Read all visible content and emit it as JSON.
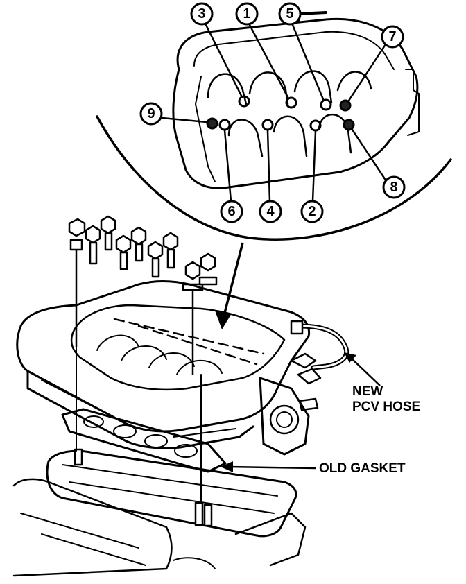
{
  "diagram": {
    "bolt_sequence": [
      "1",
      "2",
      "3",
      "4",
      "5",
      "6",
      "7",
      "8",
      "9"
    ],
    "labels": {
      "pcv_hose_line1": "NEW",
      "pcv_hose_line2": "PCV HOSE",
      "gasket": "OLD GASKET"
    }
  }
}
